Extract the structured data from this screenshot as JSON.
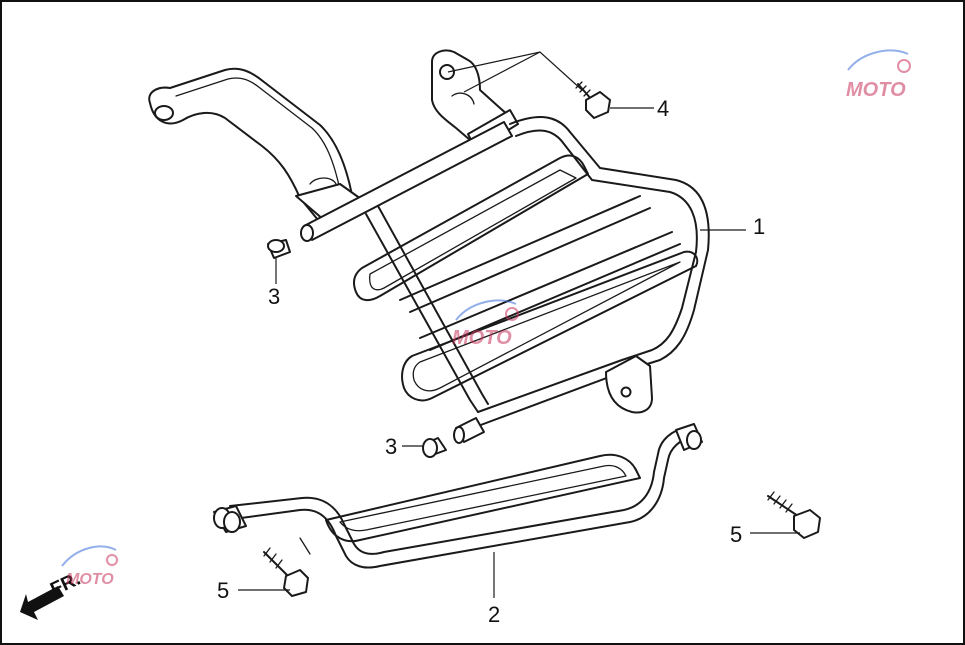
{
  "callouts": [
    {
      "id": "luggage-rack",
      "number": "1"
    },
    {
      "id": "lower-bar",
      "number": "2"
    },
    {
      "id": "end-cap-upper",
      "number": "3"
    },
    {
      "id": "end-cap-lower",
      "number": "3"
    },
    {
      "id": "top-bolt",
      "number": "4"
    },
    {
      "id": "bolt-right",
      "number": "5"
    },
    {
      "id": "bolt-left",
      "number": "5"
    }
  ],
  "direction_label": "FR.",
  "watermark": {
    "text": "MOTO",
    "color": "#c8325a",
    "accent": "#3c6fd8"
  },
  "colors": {
    "ink": "#1a1a1a",
    "background": "#ffffff"
  }
}
